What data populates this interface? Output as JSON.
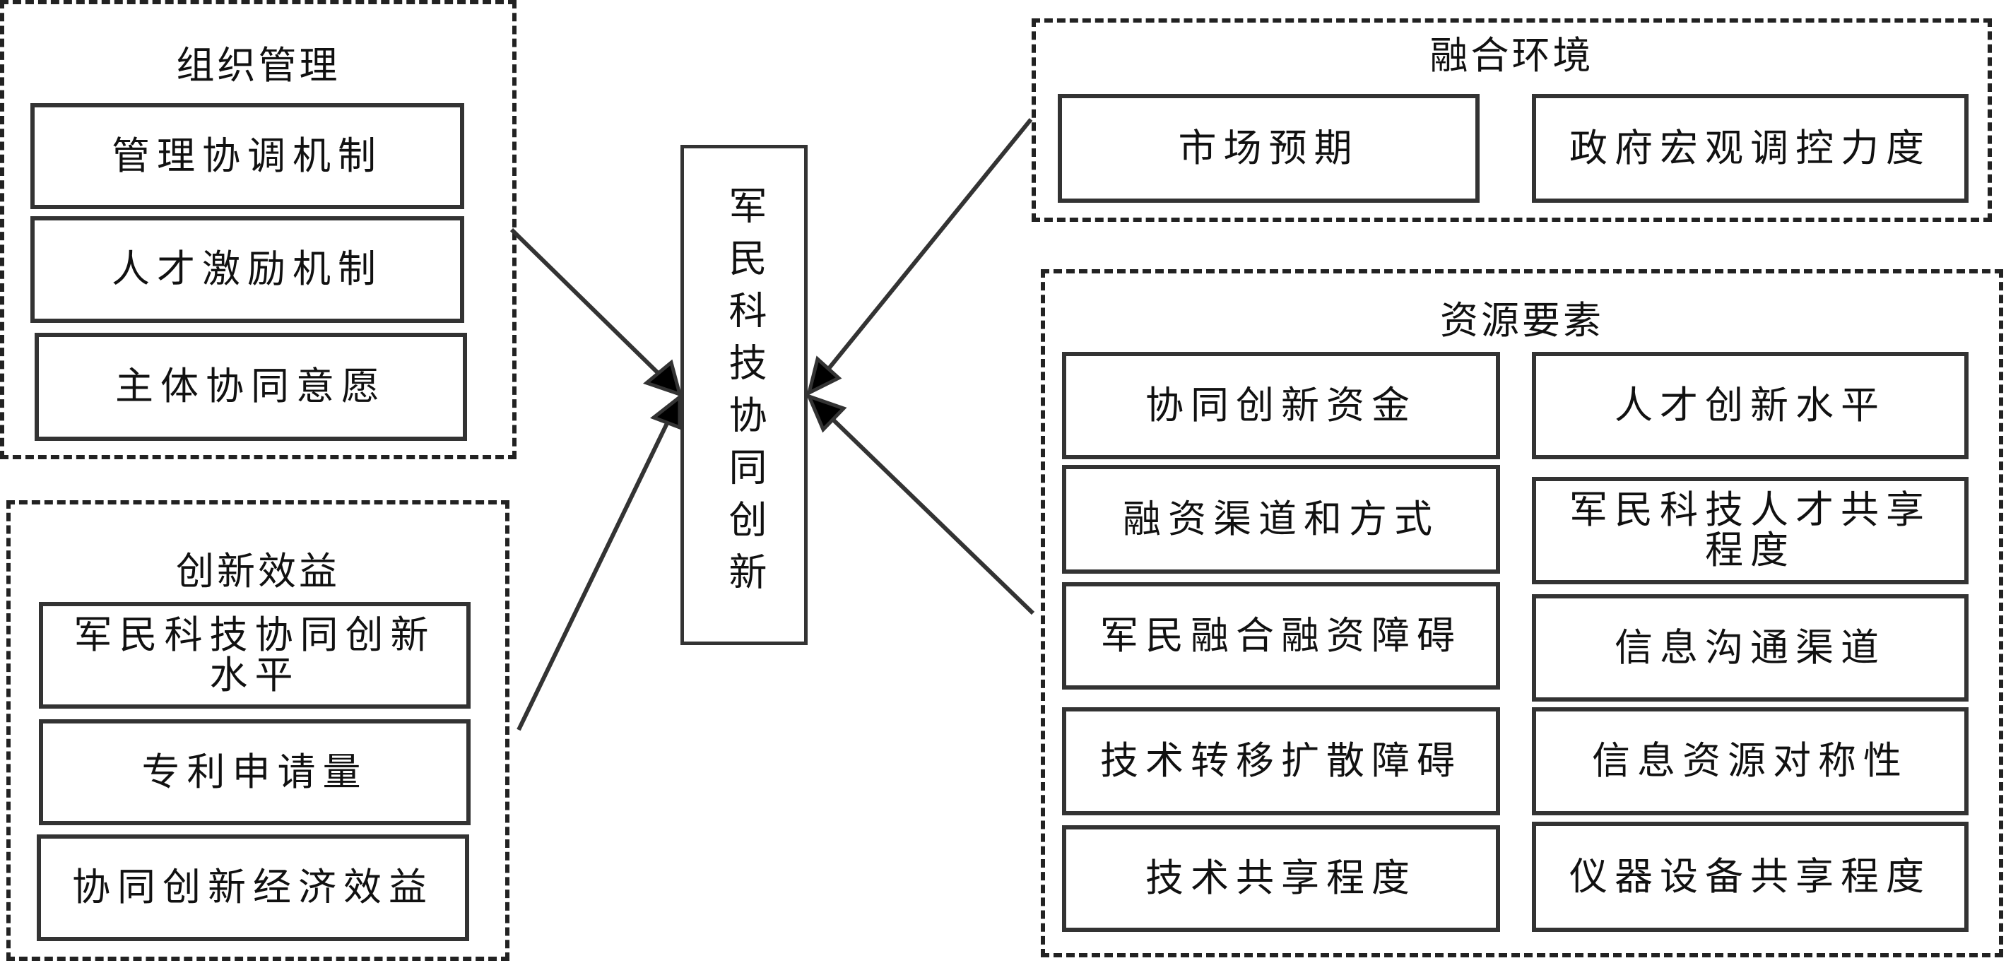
{
  "center": {
    "label": "军民科技协同创新"
  },
  "groups": {
    "org": {
      "title": "组织管理",
      "items": [
        "管理协调机制",
        "人才激励机制",
        "主体协同意愿"
      ]
    },
    "benefit": {
      "title": "创新效益",
      "items": [
        "军民科技协同创新水平",
        "专利申请量",
        "协同创新经济效益"
      ]
    },
    "env": {
      "title": "融合环境",
      "items": [
        "市场预期",
        "政府宏观调控力度"
      ]
    },
    "resource": {
      "title": "资源要素",
      "left": [
        "协同创新资金",
        "融资渠道和方式",
        "军民融合融资障碍",
        "技术转移扩散障碍",
        "技术共享程度"
      ],
      "right": [
        "人才创新水平",
        "军民科技人才共享程度",
        "信息沟通渠道",
        "信息资源对称性",
        "仪器设备共享程度"
      ]
    }
  },
  "colors": {
    "stroke": "#333333",
    "dash": "#222222",
    "text": "#111111"
  }
}
